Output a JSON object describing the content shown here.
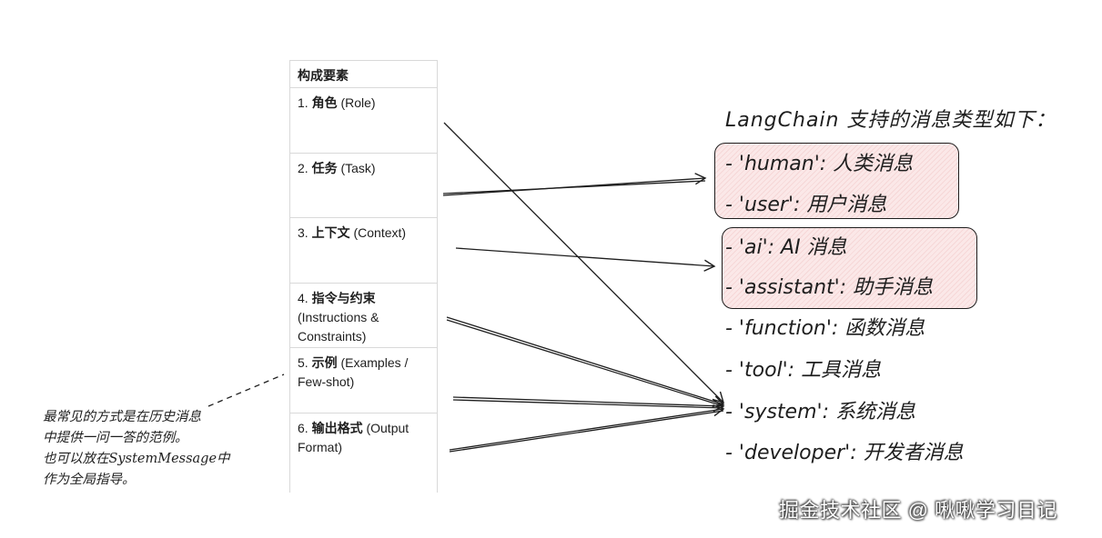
{
  "table": {
    "header": "构成要素",
    "rows": [
      {
        "num": "1.",
        "cn": "角色",
        "en": "(Role)"
      },
      {
        "num": "2.",
        "cn": "任务",
        "en": "(Task)"
      },
      {
        "num": "3.",
        "cn": "上下文",
        "en": "(Context)"
      },
      {
        "num": "4.",
        "cn": "指令与约束",
        "en": "(Instructions & Constraints)"
      },
      {
        "num": "5.",
        "cn": "示例",
        "en": "(Examples / Few-shot)"
      },
      {
        "num": "6.",
        "cn": "输出格式",
        "en": "(Output Format)"
      }
    ]
  },
  "heading": "LangChain 支持的消息类型如下：",
  "messages": [
    "- 'human': 人类消息",
    "- 'user': 用户消息",
    "- 'ai': AI 消息",
    "- 'assistant': 助手消息",
    "- 'function': 函数消息",
    "- 'tool': 工具消息",
    "- 'system': 系统消息",
    "- 'developer': 开发者消息"
  ],
  "note": {
    "lines": [
      "最常见的方式是在历史消息",
      "中提供一问一答的范例。",
      "也可以放在SystemMessage中",
      "作为全局指导。"
    ]
  },
  "watermark": "掘金技术社区 @ 啾啾学习日记",
  "colors": {
    "group_fill": "#fbe8e8",
    "stroke": "#1e1e1e",
    "table_border": "#d9d9d9"
  }
}
